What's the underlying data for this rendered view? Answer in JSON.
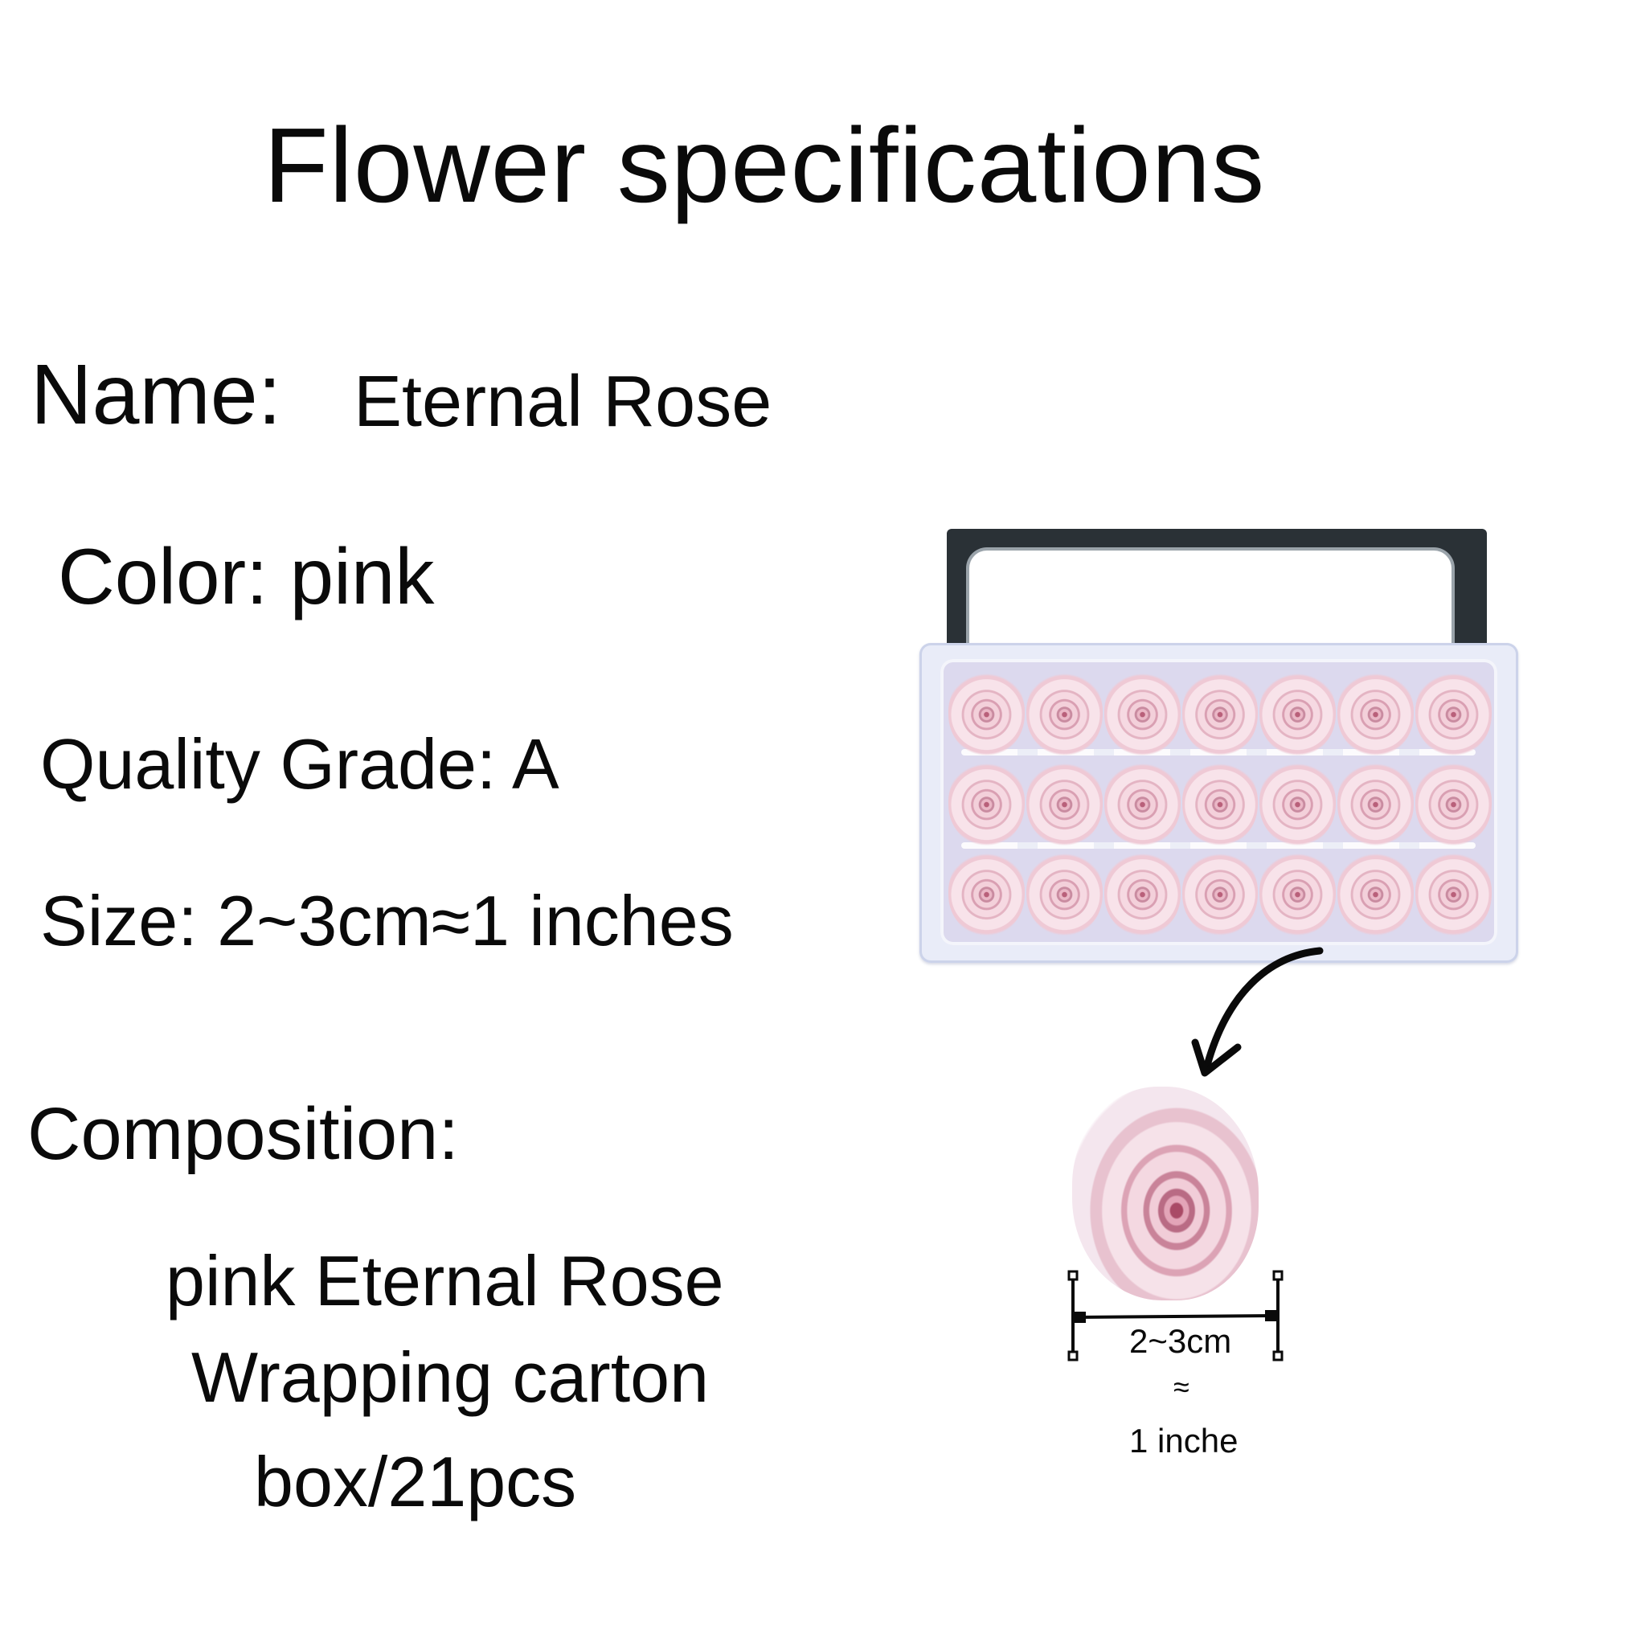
{
  "title": "Flower specifications",
  "specs": {
    "name_label": "Name:",
    "name_value": "Eternal Rose",
    "color": "Color: pink",
    "quality_grade": "Quality Grade: A",
    "size": "Size: 2~3cm≈1 inches"
  },
  "composition": {
    "label": "Composition:",
    "lines": [
      "pink Eternal Rose",
      "Wrapping carton",
      "box/21pcs"
    ]
  },
  "product_image": {
    "description": "box of preserved pink roses",
    "rows": 3,
    "columns": 7,
    "count": 21,
    "rose_color": "#f3cfd9",
    "lid_color": "#2a3136",
    "tray_color": "#e9ecf8"
  },
  "measurement": {
    "range": "2~3cm",
    "approx_symbol": "≈",
    "inch": "1 inche"
  }
}
